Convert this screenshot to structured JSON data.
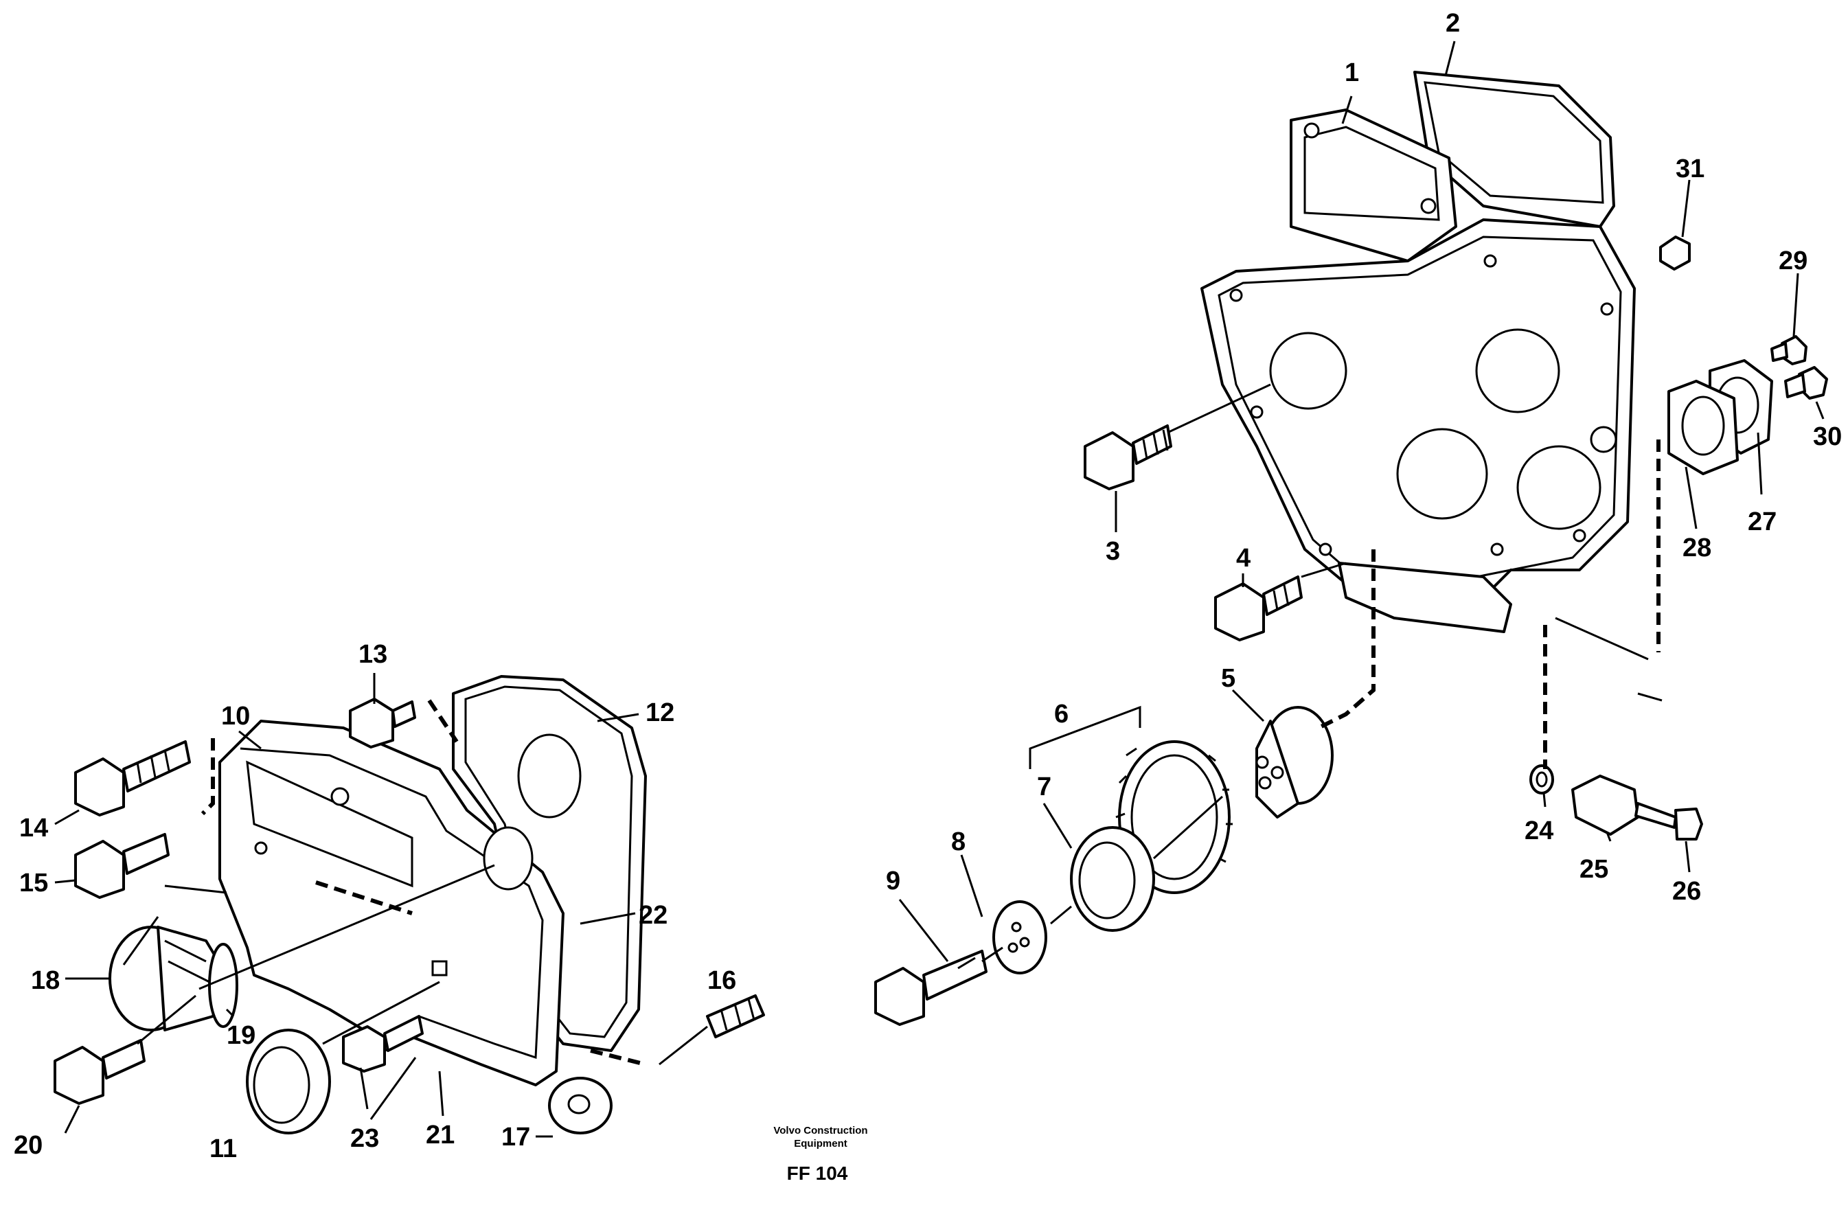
{
  "part_labels": {
    "p1": "1",
    "p2": "2",
    "p3": "3",
    "p4": "4",
    "p5": "5",
    "p6": "6",
    "p7": "7",
    "p8": "8",
    "p9": "9",
    "p10": "10",
    "p11": "11",
    "p12": "12",
    "p13": "13",
    "p14": "14",
    "p15": "15",
    "p16": "16",
    "p17": "17",
    "p18": "18",
    "p19": "19",
    "p20": "20",
    "p21": "21",
    "p22": "22",
    "p23": "23",
    "p24": "24",
    "p25": "25",
    "p26": "26",
    "p27": "27",
    "p28": "28",
    "p29": "29",
    "p30": "30",
    "p31": "31"
  },
  "footer": {
    "brand_line1": "Volvo Construction",
    "brand_line2": "Equipment",
    "figure_code": "FF 104"
  }
}
